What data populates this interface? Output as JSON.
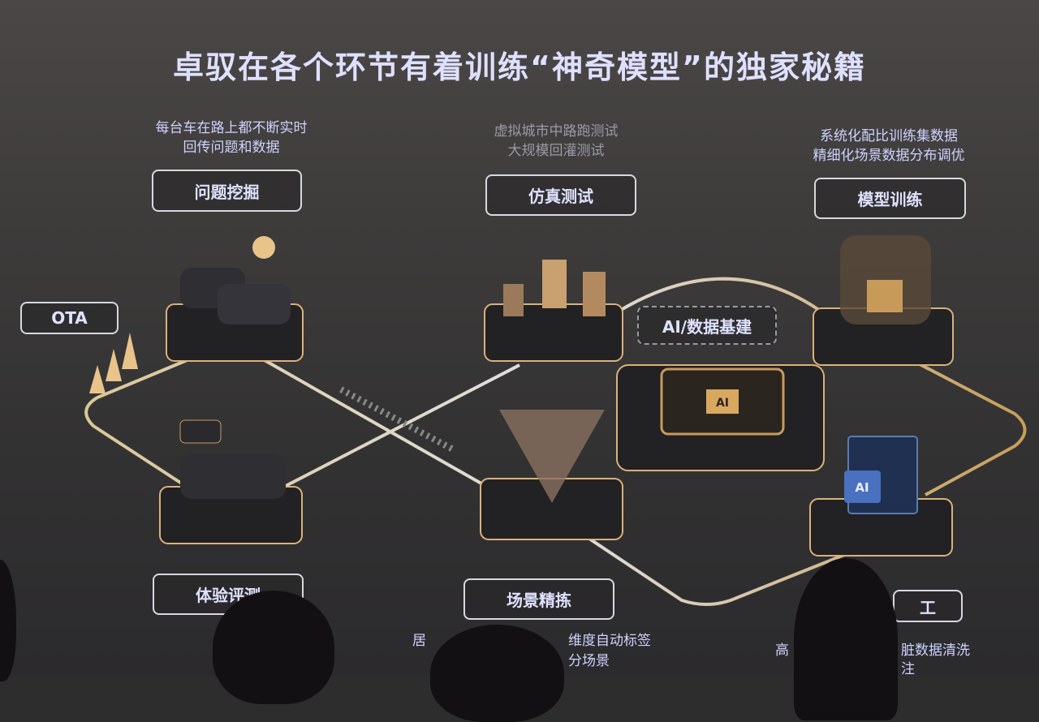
{
  "title": "卓驭在各个环节有着训练“神奇模型”的独家秘籍",
  "stages": {
    "problem_mining": {
      "label": "问题挖掘",
      "desc": [
        "每台车在路上都不断实时",
        "回传问题和数据"
      ]
    },
    "simulation": {
      "label": "仿真测试",
      "desc": [
        "虚拟城市中路跑测试",
        "大规模回灌测试"
      ]
    },
    "model_training": {
      "label": "模型训练",
      "desc": [
        "系统化配比训练集数据",
        "精细化场景数据分布调优"
      ]
    },
    "ota": {
      "label": "OTA"
    },
    "ai_data": {
      "label": "AI/数据基建"
    },
    "experience": {
      "label": "体验评测"
    },
    "scene_refining": {
      "label": "场景精拣",
      "desc": [
        "居",
        "维度自动标签",
        "分场景"
      ]
    },
    "data_processing": {
      "label": "工",
      "desc": [
        "高",
        "脏数据清洗",
        "注"
      ]
    }
  },
  "icons": {
    "chip": "AI",
    "screen": "AI"
  },
  "colors": {
    "background": "#2a2a2b",
    "text": "#dfe0ff",
    "track": "#f0d9a0"
  }
}
